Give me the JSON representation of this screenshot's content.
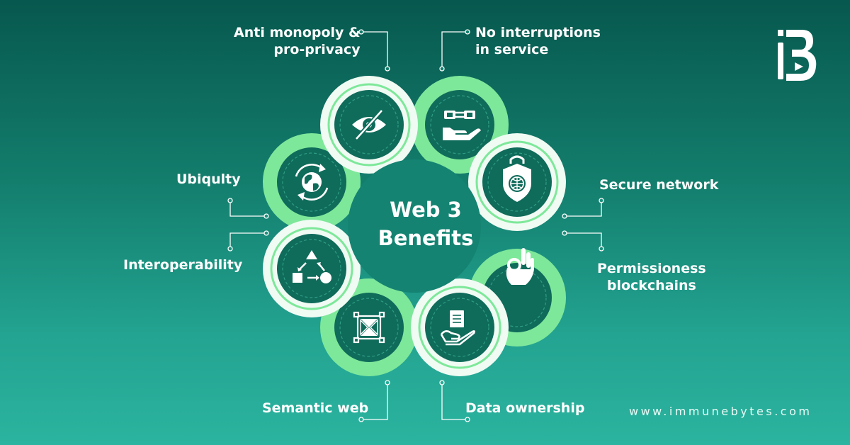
{
  "center": {
    "title": "Web 3\nBenefits"
  },
  "benefits": [
    {
      "label": "Anti monopoly &\npro-privacy",
      "icon": "hidden-eye-icon"
    },
    {
      "label": "No interruptions\nin service",
      "icon": "chain-hand-icon"
    },
    {
      "label": "Secure network",
      "icon": "shield-globe-icon"
    },
    {
      "label": "Permissioness\nblockchains",
      "icon": "ok-hand-icon"
    },
    {
      "label": "Data ownership",
      "icon": "document-hand-icon"
    },
    {
      "label": "Semantic web",
      "icon": "framed-arrows-icon"
    },
    {
      "label": "Interoperability",
      "icon": "shape-cycle-icon"
    },
    {
      "label": "Ubiqulty",
      "icon": "rotating-globe-icon"
    }
  ],
  "footer": {
    "website": "www.immunebytes.com"
  },
  "brand": {
    "logo": "immunebytes-logo"
  },
  "colors": {
    "ring_light": "#7ee89a",
    "ring_white": "#f0fbf4",
    "node": "#0f6b5a",
    "background_top": "#07584e",
    "background_bottom": "#2bb49f"
  }
}
